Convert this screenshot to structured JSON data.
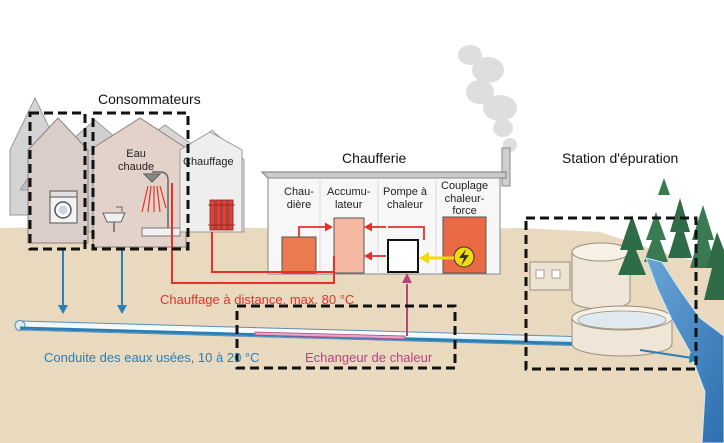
{
  "labels": {
    "consumers": "Consommateurs",
    "hot_water": "Eau\nchaude",
    "heating": "Chauffage",
    "boiler_house": "Chaufferie",
    "boiler": "Chau-\ndière",
    "accumulator": "Accumu-\nlateur",
    "heat_pump": "Pompe à\nchaleur",
    "cogeneration": "Couplage\nchaleur-\nforce",
    "treatment_plant": "Station d'épuration",
    "district_heating": "Chauffage à distance, max. 80 °C",
    "sewer": "Conduite des eaux usées, 10 à 20 °C",
    "heat_exchanger": "Echangeur de chaleur"
  },
  "colors": {
    "ground": "#e8d9bf",
    "sky": "#ffffff",
    "heating_line": "#e4322b",
    "wastewater": "#2a7fb5",
    "exchanger_line": "#b5467c",
    "boiler_fill": "#ea7a50",
    "accumulator_fill": "#f5b8a0",
    "cogeneration_fill": "#ea6a45",
    "highlight_dash": "#111111",
    "forest": "#2f6b47"
  },
  "icons": [
    "washing-machine-icon",
    "shower-icon",
    "radiator-icon",
    "lightning-icon",
    "smoke-icon",
    "tree-icon"
  ]
}
